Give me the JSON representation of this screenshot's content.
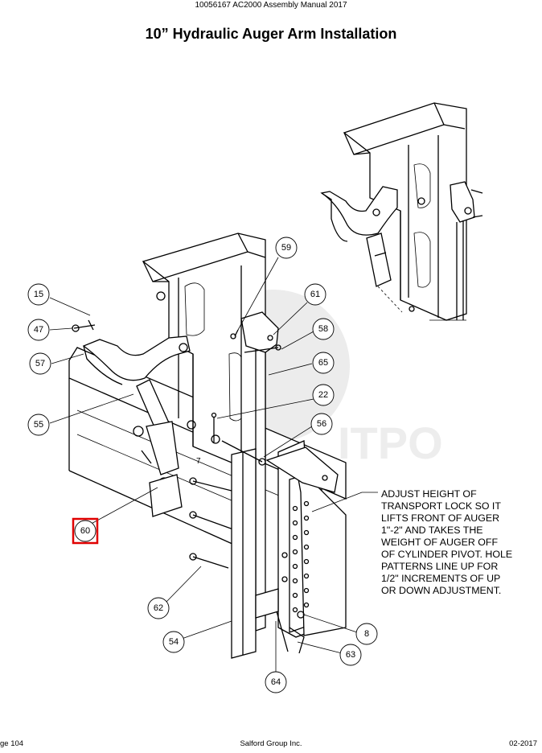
{
  "header": {
    "doc_title": "10056167 AC2000 Assembly Manual 2017"
  },
  "page_title": "10” Hydraulic Auger Arm Installation",
  "callouts": {
    "c15": "15",
    "c47": "47",
    "c57": "57",
    "c55": "55",
    "c60": "60",
    "c59": "59",
    "c61": "61",
    "c58": "58",
    "c65": "65",
    "c22": "22",
    "c56": "56",
    "c62": "62",
    "c54": "54",
    "c64": "64",
    "c63": "63",
    "c8": "8"
  },
  "note_lines": [
    "ADJUST HEIGHT OF",
    "TRANSPORT LOCK SO IT",
    "LIFTS FRONT OF AUGER",
    "1\"-2\" AND TAKES THE",
    "WEIGHT OF AUGER OFF",
    "OF CYLINDER PIVOT. HOLE",
    "PATTERNS LINE UP FOR",
    "1/2\" INCREMENTS OF UP",
    "OR DOWN ADJUSTMENT."
  ],
  "inner_label": "7",
  "footer": {
    "page": "ge 104",
    "company": "Salford Group Inc.",
    "date": "02-2017"
  },
  "highlight_color": "#e00000"
}
